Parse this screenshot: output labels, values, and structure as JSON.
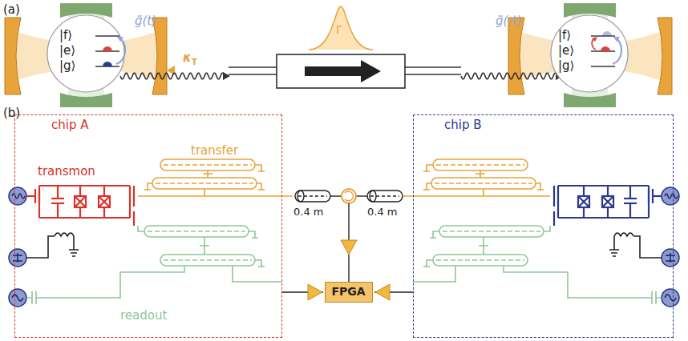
{
  "diagram": {
    "nodes": [
      {
        "text": [
          "|f⟩",
          "|e⟩",
          "|g⟩"
        ]
      },
      {
        "text": [
          "|f⟩",
          "|e⟩",
          "|g⟩"
        ]
      },
      {
        "text": [
          "chip A"
        ]
      },
      {
        "text": [
          "FPGA"
        ]
      },
      {
        "text": [
          "chip B"
        ]
      }
    ],
    "edges": [
      {
        "from": 2,
        "to": 3,
        "arrow": "to"
      },
      {
        "from": 4,
        "to": 3,
        "arrow": "to"
      }
    ],
    "labels": [
      "(a)",
      "g̃(t)",
      "κ",
      "T",
      "Γ",
      "g̃(-t)",
      "(b)",
      "transmon",
      "transfer",
      "readout",
      "0.4 m",
      "0.4 m"
    ]
  }
}
